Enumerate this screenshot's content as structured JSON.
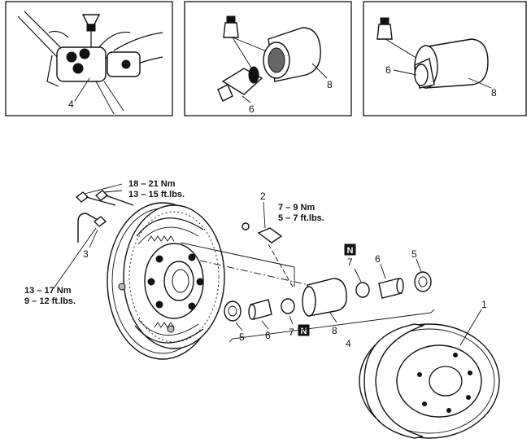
{
  "colors": {
    "ink": "#111111",
    "paper": "#ffffff",
    "shade": "#bbbbbb"
  },
  "panels": [
    {
      "callouts": [
        {
          "label": "4"
        }
      ]
    },
    {
      "callouts": [
        {
          "label": "6"
        },
        {
          "label": "8"
        }
      ]
    },
    {
      "callouts": [
        {
          "label": "6"
        },
        {
          "label": "8"
        }
      ]
    }
  ],
  "callouts": {
    "c1": "1",
    "c2": "2",
    "c3": "3",
    "c4": "4",
    "c5a": "5",
    "c5b": "5",
    "c6a": "6",
    "c6b": "6",
    "c7a": "7",
    "c7b": "7",
    "c8": "8"
  },
  "badges": {
    "new_mark_a": "N",
    "new_mark_b": "N"
  },
  "torque_specs": {
    "backing_plate": {
      "nm": "18 – 21 Nm",
      "ftlbs": "13 – 15 ft.lbs."
    },
    "bleeder": {
      "nm": "7 – 9 Nm",
      "ftlbs": "5 – 7 ft.lbs."
    },
    "brake_line": {
      "nm": "13 – 17 Nm",
      "ftlbs": "9 – 12 ft.lbs."
    }
  }
}
